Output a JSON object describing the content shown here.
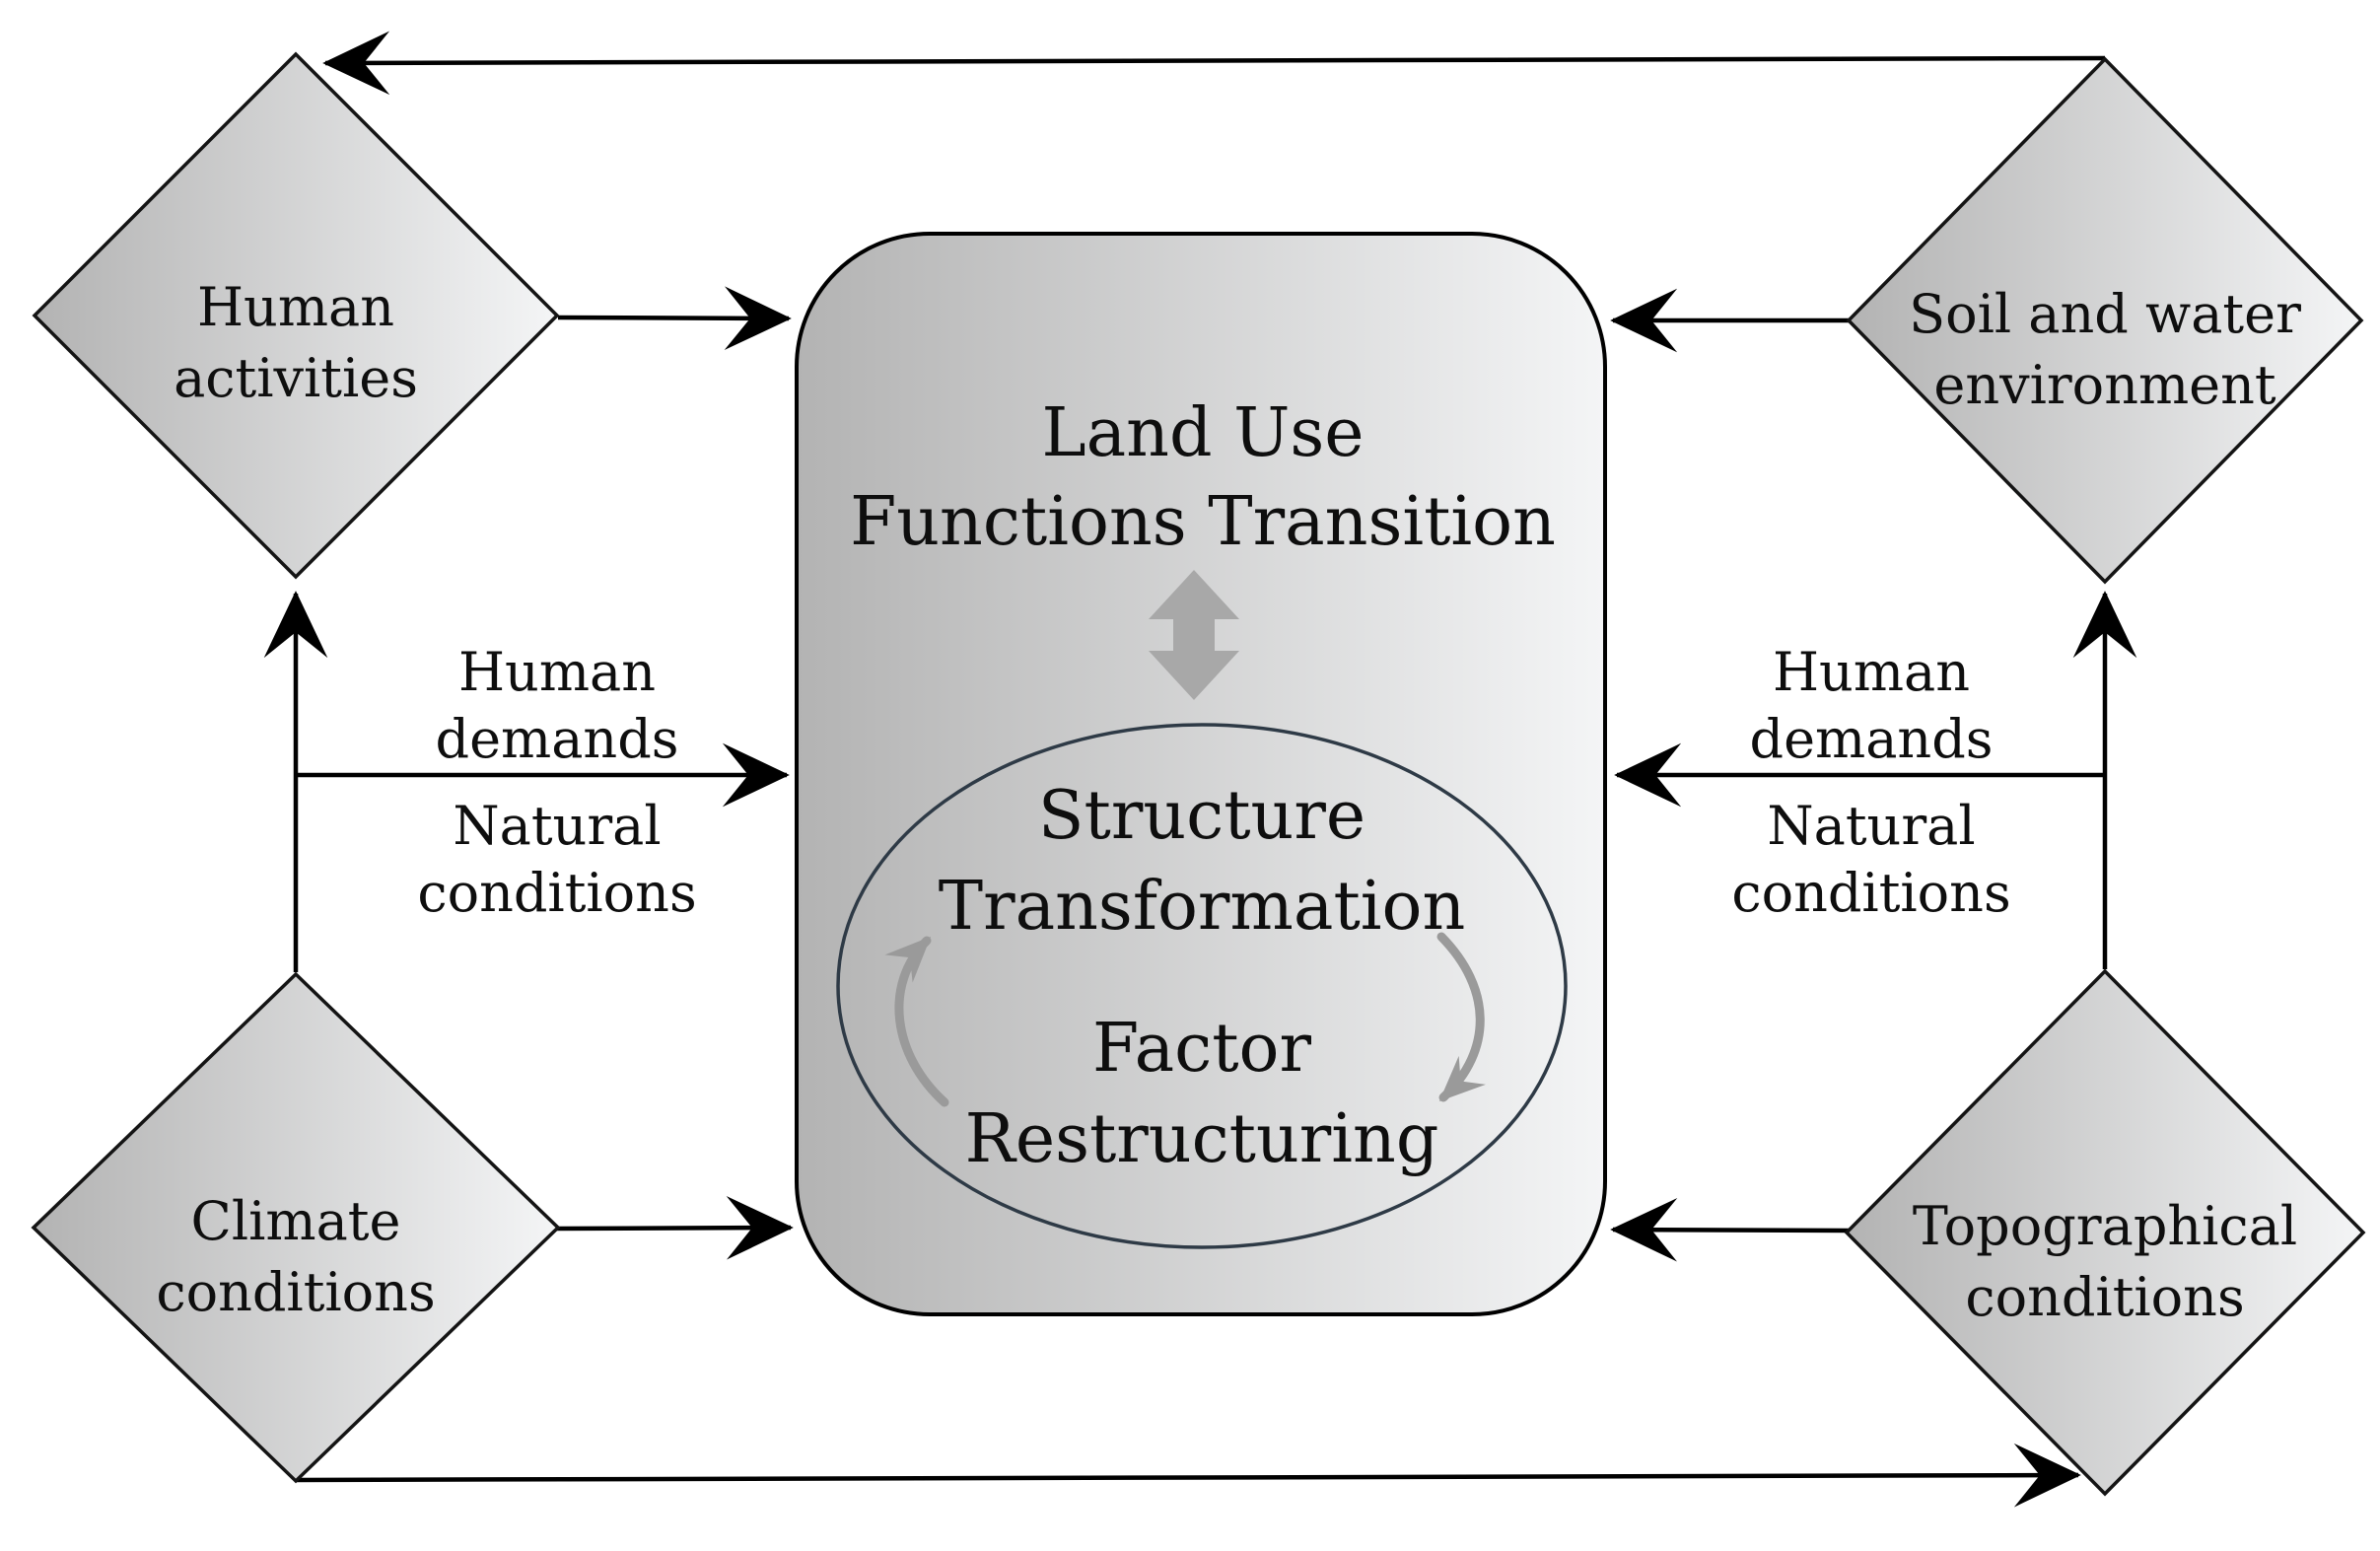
{
  "colors": {
    "background": "#ffffff",
    "connector": "#000000",
    "shape_border": "#141414",
    "shape_fill_dark": "#b3b3b3",
    "shape_fill_light": "#f4f5f6",
    "ellipse_border": "#2e3a46",
    "gray_arrow": "#9a9a9a",
    "double_arrow": "#a8a8a8",
    "text": "#0e0e0e"
  },
  "diagram": {
    "center_box": {
      "title_line1": "Land Use",
      "title_line2": "Functions Transition",
      "cycle_top_line1": "Structure",
      "cycle_top_line2": "Transformation",
      "cycle_bottom_line1": "Factor",
      "cycle_bottom_line2": "Restructuring"
    },
    "corner_nodes": {
      "top_left_line1": "Human",
      "top_left_line2": "activities",
      "top_right_line1": "Soil and water",
      "top_right_line2": "environment",
      "bottom_left_line1": "Climate",
      "bottom_left_line2": "conditions",
      "bottom_right_line1": "Topographical",
      "bottom_right_line2": "conditions"
    },
    "edge_labels": {
      "left_above_line1": "Human",
      "left_above_line2": "demands",
      "left_below_line1": "Natural",
      "left_below_line2": "conditions",
      "right_above_line1": "Human",
      "right_above_line2": "demands",
      "right_below_line1": "Natural",
      "right_below_line2": "conditions"
    }
  }
}
